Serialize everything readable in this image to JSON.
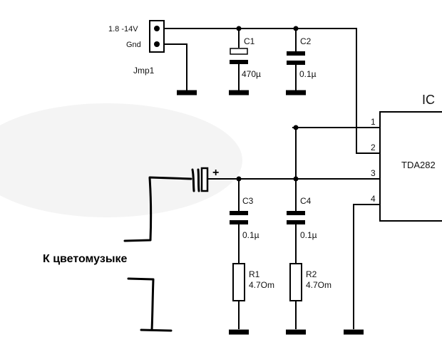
{
  "jumper": {
    "label": "Jmp1",
    "pin1": "1.8 -14V",
    "pin2": "Gnd"
  },
  "components": {
    "c1": {
      "name": "C1",
      "value": "470µ"
    },
    "c2": {
      "name": "C2",
      "value": "0.1µ"
    },
    "c3": {
      "name": "C3",
      "value": "0.1µ"
    },
    "c4": {
      "name": "C4",
      "value": "0.1µ"
    },
    "r1": {
      "name": "R1",
      "value": "4.7Om"
    },
    "r2": {
      "name": "R2",
      "value": "4.7Om"
    }
  },
  "ic": {
    "designator": "IC",
    "part": "TDA282",
    "pins": [
      "1",
      "2",
      "3",
      "4"
    ]
  },
  "input": {
    "plus_mark": "+",
    "caption": "К цветомузыке"
  }
}
